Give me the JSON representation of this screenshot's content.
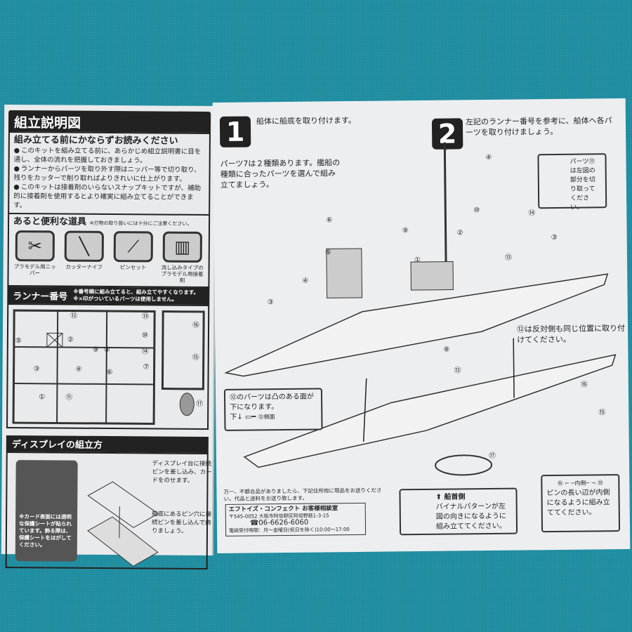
{
  "left": {
    "title": "組立説明図",
    "read_first": {
      "heading": "組み立てる前にかならずお読みください",
      "bullets": [
        "このキットを組み立てる前に、あらかじめ組立説明書に目を通し、全体の流れを把握しておきましょう。",
        "ランナーからパーツを取り外す際はニッパー等で切り取り、残りをカッターで削り取ればよりきれいに仕上がります。",
        "このキットは接着剤のいらないスナップキットですが、補助的に接着剤を使用するとより確実に組み立てることができます。"
      ]
    },
    "tools": {
      "heading": "あると便利な道具",
      "note": "※刃物の取り扱いには十分にご注意ください。",
      "items": [
        {
          "label": "プラモデル用ニッパー",
          "icon": "nipper-icon"
        },
        {
          "label": "カッターナイフ",
          "icon": "knife-icon"
        },
        {
          "label": "ピンセット",
          "icon": "tweezers-icon"
        },
        {
          "label": "流し込みタイプのプラモデル用接着剤",
          "icon": "glue-icon"
        }
      ]
    },
    "runner": {
      "heading": "ランナー番号",
      "notes": [
        "※番号順に組み立てると、組み立てやすくなります。",
        "※×印がついているパーツは使用しません。"
      ],
      "numbers": [
        "⑫",
        "⑬",
        "⑤",
        "②",
        "⑩",
        "⑨",
        "⑧",
        "⑭",
        "③",
        "④",
        "⑥",
        "⑦",
        "①",
        "⑪",
        "⑯",
        "⑮",
        "⑰"
      ]
    },
    "display": {
      "heading": "ディスプレイの組立方",
      "card_note": "※カード表面には透明な保護シートが貼られています。飾る際は、保護シートをはがしてください。",
      "step_a": "ディスプレイ台に接続ピンを差し込み、カードをのせます。",
      "step_b": "船底にあるピン穴に接続ピンを差し込んで飾りましょう。"
    }
  },
  "right": {
    "step1": {
      "number": "1",
      "text": "船体に船底を取り付けます。",
      "parts_note": "パーツ7は２種類あります。艦船の種類に合ったパーツを選んで組み立てましょう。"
    },
    "step2": {
      "number": "2",
      "text": "左記のランナー番号を参考に、船体へ各パーツを取り付けましょう。"
    },
    "cut_note": "パーツ⑪は左図の部分を切り取ってください。",
    "opposite_note": "⑫は反対側も同じ位置に取り付けてください。",
    "part12_note": {
      "text": "⑫のパーツは凸のある面が下になります。",
      "down": "下↓",
      "side": "⑫側面"
    },
    "bow_note": {
      "heading": "船首側",
      "text": "バイナルパターンが左図の向きになるように組み立ててください。"
    },
    "pin_note": {
      "inner": "内側",
      "text": "ピンの長い辺が内側になるように組み立ててください。"
    },
    "part_labels": [
      "⑪",
      "④",
      "⑩",
      "②",
      "⑭",
      "③",
      "⑬",
      "①",
      "⑨",
      "⑥",
      "⑤",
      "④",
      "③",
      "⑧",
      "⑫",
      "⑰",
      "⑯",
      "⑮"
    ],
    "contact": {
      "notice": "万一、不都合品がありましたら、下記住所宛に現品をお送りください。代品と送料をお送り致します。",
      "company": "エフトイズ・コンフェクト お客様相談室",
      "address": "〒545-0052 大阪市阿倍野区阿倍野筋1-3-15",
      "phone": "☎06-6626-6060",
      "hours": "電話受付時間：月〜金曜日(祝日を除く)10:00〜17:00"
    }
  },
  "colors": {
    "background": "#1f8fa3",
    "paper": "#eceef0",
    "ink": "#222222"
  }
}
